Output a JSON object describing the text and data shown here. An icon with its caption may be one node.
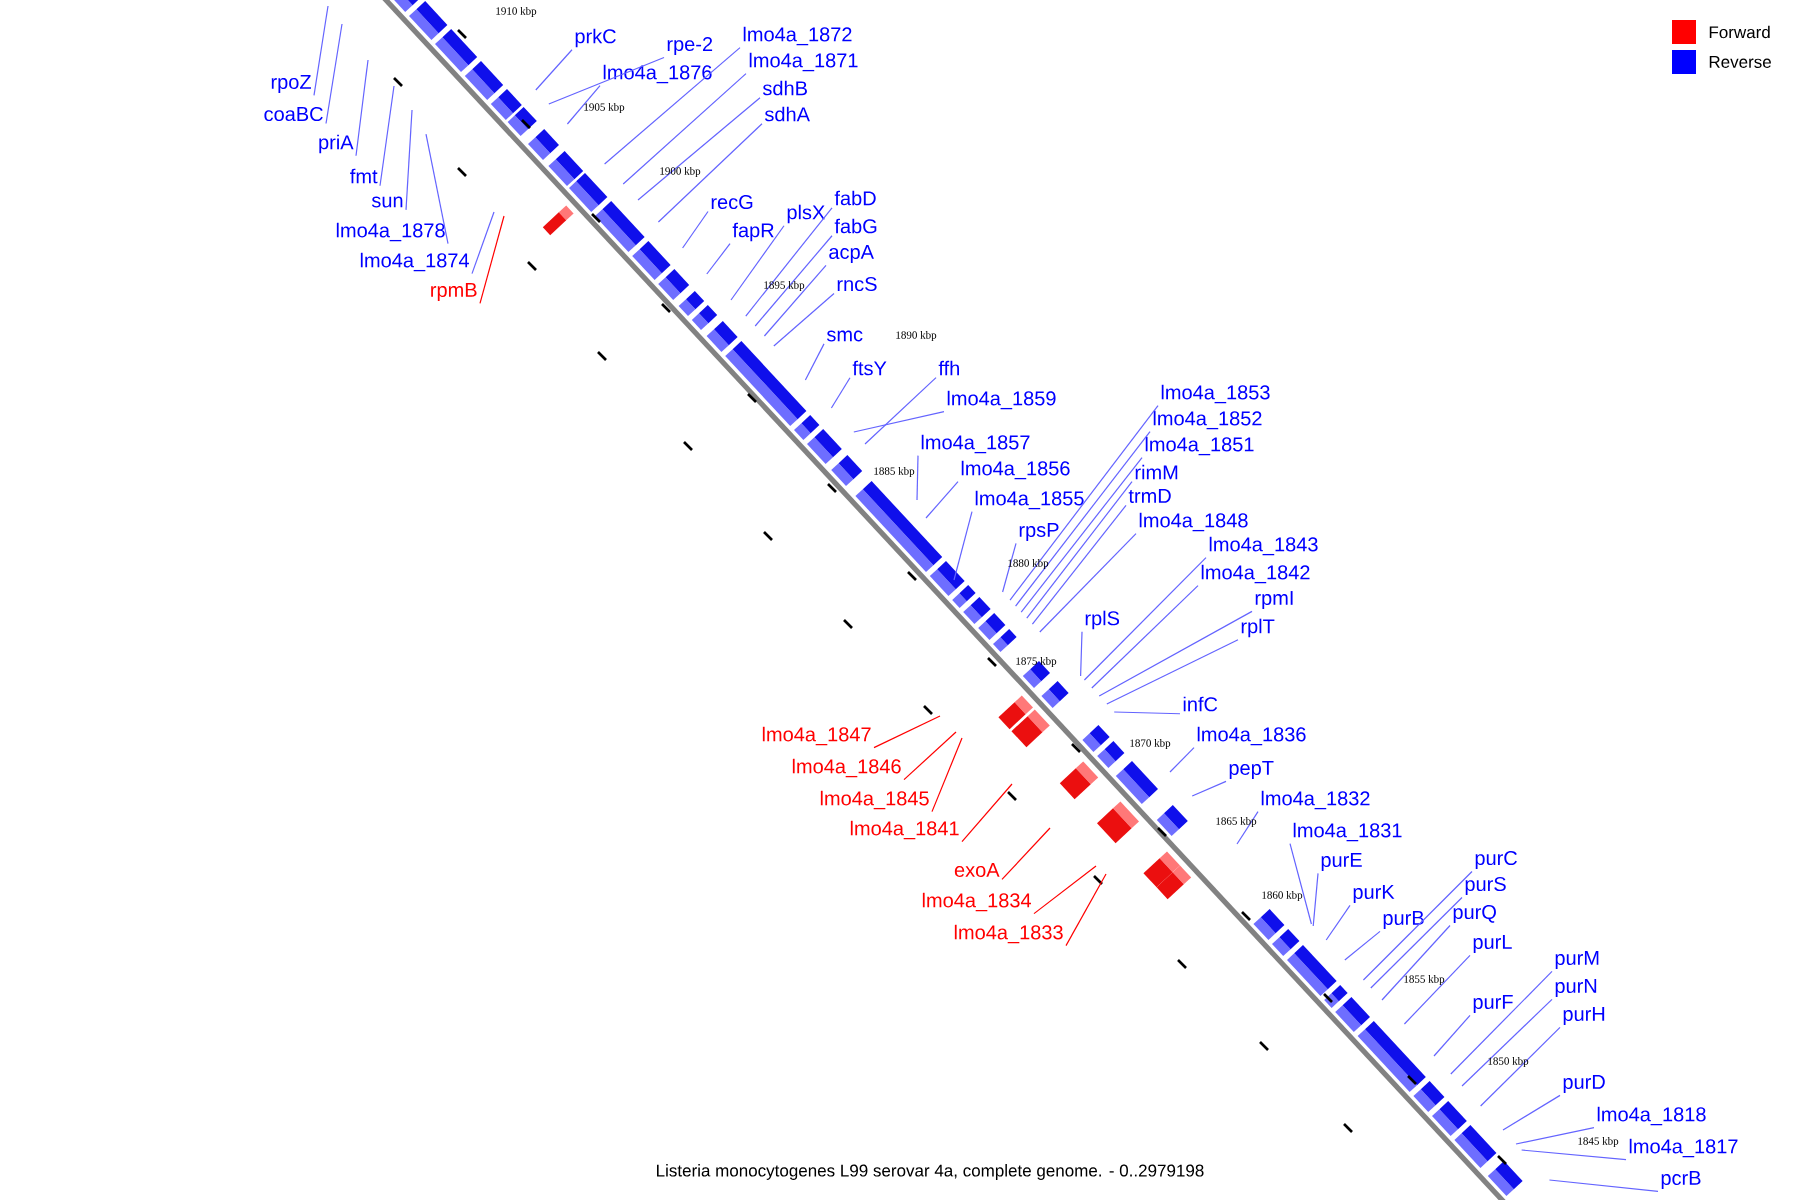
{
  "diagram": {
    "caption": "Listeria monocytogenes L99 serovar 4a, complete genome. - 0..2979198",
    "nodes": [
      {
        "text": [
          "rpoZ"
        ]
      },
      {
        "text": [
          "coaBC"
        ]
      },
      {
        "text": [
          "priA"
        ]
      },
      {
        "text": [
          "fmt"
        ]
      },
      {
        "text": [
          "sun"
        ]
      },
      {
        "text": [
          "lmo4a_1878"
        ]
      },
      {
        "text": [
          "lmo4a_1874"
        ]
      },
      {
        "text": [
          "rpmB"
        ]
      },
      {
        "text": [
          "prkC"
        ]
      },
      {
        "text": [
          "rpe-2"
        ]
      },
      {
        "text": [
          "lmo4a_1876"
        ]
      },
      {
        "text": [
          "lmo4a_1872"
        ]
      },
      {
        "text": [
          "lmo4a_1871"
        ]
      },
      {
        "text": [
          "sdhB"
        ]
      },
      {
        "text": [
          "sdhA"
        ]
      },
      {
        "text": [
          "recG"
        ]
      },
      {
        "text": [
          "fapR"
        ]
      },
      {
        "text": [
          "plsX"
        ]
      },
      {
        "text": [
          "fabD"
        ]
      },
      {
        "text": [
          "fabG"
        ]
      },
      {
        "text": [
          "acpA"
        ]
      },
      {
        "text": [
          "rncS"
        ]
      },
      {
        "text": [
          "smc"
        ]
      },
      {
        "text": [
          "ftsY"
        ]
      },
      {
        "text": [
          "ffh"
        ]
      },
      {
        "text": [
          "lmo4a_1859"
        ]
      },
      {
        "text": [
          "lmo4a_1857"
        ]
      },
      {
        "text": [
          "lmo4a_1856"
        ]
      },
      {
        "text": [
          "lmo4a_1855"
        ]
      },
      {
        "text": [
          "rpsP"
        ]
      },
      {
        "text": [
          "lmo4a_1853"
        ]
      },
      {
        "text": [
          "lmo4a_1852"
        ]
      },
      {
        "text": [
          "lmo4a_1851"
        ]
      },
      {
        "text": [
          "rimM"
        ]
      },
      {
        "text": [
          "trmD"
        ]
      },
      {
        "text": [
          "lmo4a_1848"
        ]
      },
      {
        "text": [
          "lmo4a_1843"
        ]
      },
      {
        "text": [
          "lmo4a_1842"
        ]
      },
      {
        "text": [
          "rpmI"
        ]
      },
      {
        "text": [
          "rplT"
        ]
      },
      {
        "text": [
          "rplS"
        ]
      },
      {
        "text": [
          "infC"
        ]
      },
      {
        "text": [
          "lmo4a_1836"
        ]
      },
      {
        "text": [
          "pepT"
        ]
      },
      {
        "text": [
          "lmo4a_1832"
        ]
      },
      {
        "text": [
          "lmo4a_1831"
        ]
      },
      {
        "text": [
          "purE"
        ]
      },
      {
        "text": [
          "purK"
        ]
      },
      {
        "text": [
          "purB"
        ]
      },
      {
        "text": [
          "purC"
        ]
      },
      {
        "text": [
          "purS"
        ]
      },
      {
        "text": [
          "purQ"
        ]
      },
      {
        "text": [
          "purL"
        ]
      },
      {
        "text": [
          "purF"
        ]
      },
      {
        "text": [
          "purM"
        ]
      },
      {
        "text": [
          "purN"
        ]
      },
      {
        "text": [
          "purH"
        ]
      },
      {
        "text": [
          "purD"
        ]
      },
      {
        "text": [
          "lmo4a_1818"
        ]
      },
      {
        "text": [
          "lmo4a_1817"
        ]
      },
      {
        "text": [
          "pcrB"
        ]
      },
      {
        "text": [
          "lmo4a_1847"
        ]
      },
      {
        "text": [
          "lmo4a_1846"
        ]
      },
      {
        "text": [
          "lmo4a_1845"
        ]
      },
      {
        "text": [
          "lmo4a_1841"
        ]
      },
      {
        "text": [
          "exoA"
        ]
      },
      {
        "text": [
          "lmo4a_1834"
        ]
      },
      {
        "text": [
          "lmo4a_1833"
        ]
      }
    ],
    "edges": [
      {
        "from": 0,
        "to": null,
        "arrow": "none"
      },
      {
        "from": 1,
        "to": null,
        "arrow": "none"
      },
      {
        "from": 2,
        "to": null,
        "arrow": "none"
      },
      {
        "from": 3,
        "to": null,
        "arrow": "none"
      },
      {
        "from": 4,
        "to": null,
        "arrow": "none"
      },
      {
        "from": 5,
        "to": null,
        "arrow": "none"
      },
      {
        "from": 6,
        "to": null,
        "arrow": "none"
      },
      {
        "from": 7,
        "to": null,
        "arrow": "none",
        "color": "#ff0000"
      },
      {
        "from": 8,
        "to": null,
        "arrow": "none"
      },
      {
        "from": 9,
        "to": null,
        "arrow": "none"
      },
      {
        "from": 10,
        "to": null,
        "arrow": "none"
      },
      {
        "from": 11,
        "to": null,
        "arrow": "none"
      },
      {
        "from": 12,
        "to": null,
        "arrow": "none"
      },
      {
        "from": 13,
        "to": null,
        "arrow": "none"
      },
      {
        "from": 14,
        "to": null,
        "arrow": "none"
      },
      {
        "from": 15,
        "to": null,
        "arrow": "none"
      },
      {
        "from": 16,
        "to": null,
        "arrow": "none"
      },
      {
        "from": 17,
        "to": null,
        "arrow": "none"
      },
      {
        "from": 18,
        "to": null,
        "arrow": "none"
      },
      {
        "from": 19,
        "to": null,
        "arrow": "none"
      },
      {
        "from": 20,
        "to": null,
        "arrow": "none"
      },
      {
        "from": 21,
        "to": null,
        "arrow": "none"
      },
      {
        "from": 22,
        "to": null,
        "arrow": "none"
      },
      {
        "from": 23,
        "to": null,
        "arrow": "none"
      },
      {
        "from": 24,
        "to": null,
        "arrow": "none"
      },
      {
        "from": 25,
        "to": null,
        "arrow": "none"
      },
      {
        "from": 26,
        "to": null,
        "arrow": "none"
      },
      {
        "from": 27,
        "to": null,
        "arrow": "none"
      },
      {
        "from": 28,
        "to": null,
        "arrow": "none"
      },
      {
        "from": 29,
        "to": null,
        "arrow": "none"
      },
      {
        "from": 30,
        "to": null,
        "arrow": "none"
      },
      {
        "from": 31,
        "to": null,
        "arrow": "none"
      },
      {
        "from": 32,
        "to": null,
        "arrow": "none"
      },
      {
        "from": 33,
        "to": null,
        "arrow": "none"
      },
      {
        "from": 34,
        "to": null,
        "arrow": "none"
      },
      {
        "from": 35,
        "to": null,
        "arrow": "none"
      },
      {
        "from": 36,
        "to": null,
        "arrow": "none"
      },
      {
        "from": 37,
        "to": null,
        "arrow": "none"
      },
      {
        "from": 38,
        "to": null,
        "arrow": "none"
      },
      {
        "from": 39,
        "to": null,
        "arrow": "none"
      },
      {
        "from": 40,
        "to": null,
        "arrow": "none"
      },
      {
        "from": 41,
        "to": null,
        "arrow": "none"
      },
      {
        "from": 42,
        "to": null,
        "arrow": "none"
      },
      {
        "from": 43,
        "to": null,
        "arrow": "none"
      },
      {
        "from": 44,
        "to": null,
        "arrow": "none"
      },
      {
        "from": 45,
        "to": null,
        "arrow": "none"
      },
      {
        "from": 46,
        "to": null,
        "arrow": "none"
      },
      {
        "from": 47,
        "to": null,
        "arrow": "none"
      },
      {
        "from": 48,
        "to": null,
        "arrow": "none"
      },
      {
        "from": 49,
        "to": null,
        "arrow": "none"
      },
      {
        "from": 50,
        "to": null,
        "arrow": "none"
      },
      {
        "from": 51,
        "to": null,
        "arrow": "none"
      },
      {
        "from": 52,
        "to": null,
        "arrow": "none"
      },
      {
        "from": 53,
        "to": null,
        "arrow": "none"
      },
      {
        "from": 54,
        "to": null,
        "arrow": "none"
      },
      {
        "from": 55,
        "to": null,
        "arrow": "none"
      },
      {
        "from": 56,
        "to": null,
        "arrow": "none"
      },
      {
        "from": 57,
        "to": null,
        "arrow": "none"
      },
      {
        "from": 58,
        "to": null,
        "arrow": "none"
      },
      {
        "from": 59,
        "to": null,
        "arrow": "none"
      },
      {
        "from": 60,
        "to": null,
        "arrow": "none"
      },
      {
        "from": 61,
        "to": null,
        "arrow": "none",
        "color": "#ff0000"
      },
      {
        "from": 62,
        "to": null,
        "arrow": "none",
        "color": "#ff0000"
      },
      {
        "from": 63,
        "to": null,
        "arrow": "none",
        "color": "#ff0000"
      },
      {
        "from": 64,
        "to": null,
        "arrow": "none",
        "color": "#ff0000"
      },
      {
        "from": 65,
        "to": null,
        "arrow": "none",
        "color": "#ff0000"
      },
      {
        "from": 66,
        "to": null,
        "arrow": "none",
        "color": "#ff0000"
      },
      {
        "from": 67,
        "to": null,
        "arrow": "none",
        "color": "#ff0000"
      }
    ],
    "labels": [
      "1910 kbp",
      "1905 kbp",
      "1900 kbp",
      "1895 kbp",
      "1890 kbp",
      "1885 kbp",
      "1880 kbp",
      "1875 kbp",
      "1870 kbp",
      "1865 kbp",
      "1860 kbp",
      "1855 kbp",
      "1850 kbp",
      "1845 kbp"
    ],
    "legend": [
      {
        "text": "Forward",
        "color": "#ff0000"
      },
      {
        "text": "Reverse",
        "color": "#0000ff"
      }
    ]
  }
}
